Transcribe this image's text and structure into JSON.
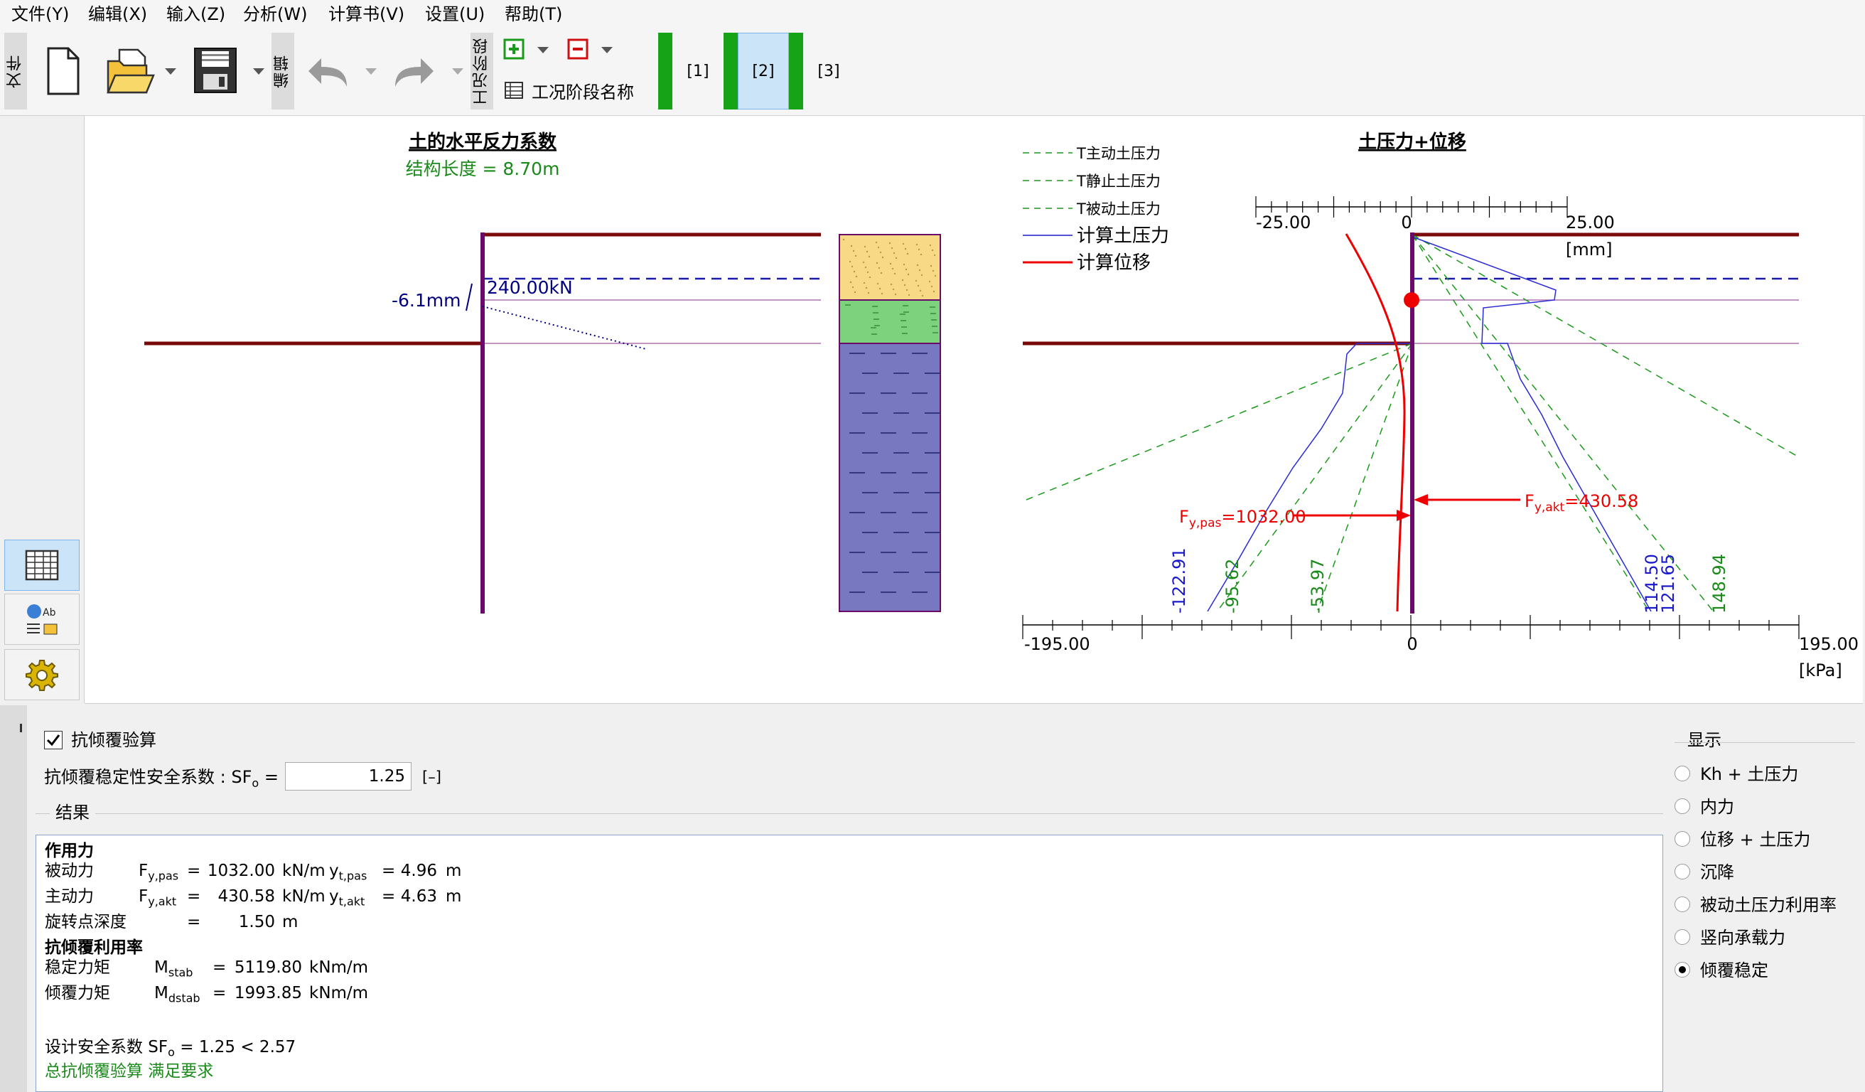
{
  "menu": [
    "文件(Y)",
    "编辑(X)",
    "输入(Z)",
    "分析(W)",
    "计算书(V)",
    "设置(U)",
    "帮助(T)"
  ],
  "toolbar": {
    "file_group": "文件",
    "edit_group": "编辑",
    "stage_group": "工况阶段",
    "stage_name": "工况阶段名称",
    "stages": [
      "[1]",
      "[2]",
      "[3]"
    ]
  },
  "left_drawing": {
    "title": "土的水平反力系数",
    "subtitle": "结构长度 = 8.70m",
    "displacement_label": "-6.1mm",
    "anchor_force_label": "240.00kN"
  },
  "right_drawing": {
    "title": "土压力+位移",
    "legend": [
      "T主动土压力",
      "T静止土压力",
      "T被动土压力",
      "计算土压力",
      "计算位移"
    ],
    "mm_axis_ticks": [
      "-25.00",
      "0",
      "25.00"
    ],
    "mm_unit": "[mm]",
    "kpa_axis_ticks": [
      "-195.00",
      "0",
      "195.00"
    ],
    "kpa_unit": "[kPa]",
    "force_passive_label": "Fy,pas=1032.00",
    "force_active_label": "Fy,akt=430.58",
    "bottom_values_left": [
      "-122.91",
      "-95.62",
      "-53.97"
    ],
    "bottom_values_right": [
      "114.50",
      "121.65",
      "148.94"
    ]
  },
  "colors": {
    "wall": "#6a0a6a",
    "ground": "#7a0a0a",
    "sand": "#f8d985",
    "clay": "#7dd37d",
    "water_soil": "#7878c0",
    "earth_pressure": "#0000cc",
    "theory_lines": "#1a9a1a",
    "displacement": "#ee0000"
  },
  "panel": {
    "check_label": "抗倾覆验算",
    "check_checked": true,
    "sf_label": "抗倾覆稳定性安全系数 : SF",
    "sf_label_sub": "o",
    "sf_label_tail": " =",
    "sf_value": "1.25",
    "sf_unit": "[–]",
    "results_header": "结果",
    "display_header": "显示"
  },
  "results": {
    "forces_title": "作用力",
    "passive_label": "被动力",
    "passive_sym": "F",
    "passive_sub": "y,pas",
    "passive_value": "1032.00",
    "passive_unit": "kN/m",
    "passive_y_sym": "y",
    "passive_y_sub": "t,pas",
    "passive_y_value": "4.96",
    "passive_y_unit": "m",
    "active_label": "主动力",
    "active_sym": "F",
    "active_sub": "y,akt",
    "active_value": "430.58",
    "active_unit": "kN/m",
    "active_y_sym": "y",
    "active_y_sub": "t,akt",
    "active_y_value": "4.63",
    "active_y_unit": "m",
    "pivot_label": "旋转点深度",
    "pivot_value": "1.50",
    "pivot_unit": "m",
    "util_title": "抗倾覆利用率",
    "stab_label": "稳定力矩",
    "stab_sym": "M",
    "stab_sub": "stab",
    "stab_value": "5119.80",
    "stab_unit": "kNm/m",
    "dstab_label": "倾覆力矩",
    "dstab_sym": "M",
    "dstab_sub": "dstab",
    "dstab_value": "1993.85",
    "dstab_unit": "kNm/m",
    "design_sf_text": "设计安全系数 SF",
    "design_sf_sub": "o",
    "design_sf_tail": " = 1.25 < 2.57",
    "verdict": "总抗倾覆验算 满足要求"
  },
  "display_options": [
    {
      "label": "Kh + 土压力",
      "selected": false
    },
    {
      "label": "内力",
      "selected": false
    },
    {
      "label": "位移 + 土压力",
      "selected": false
    },
    {
      "label": "沉降",
      "selected": false
    },
    {
      "label": "被动土压力利用率",
      "selected": false
    },
    {
      "label": "竖向承载力",
      "selected": false
    },
    {
      "label": "倾覆稳定",
      "selected": true
    }
  ]
}
